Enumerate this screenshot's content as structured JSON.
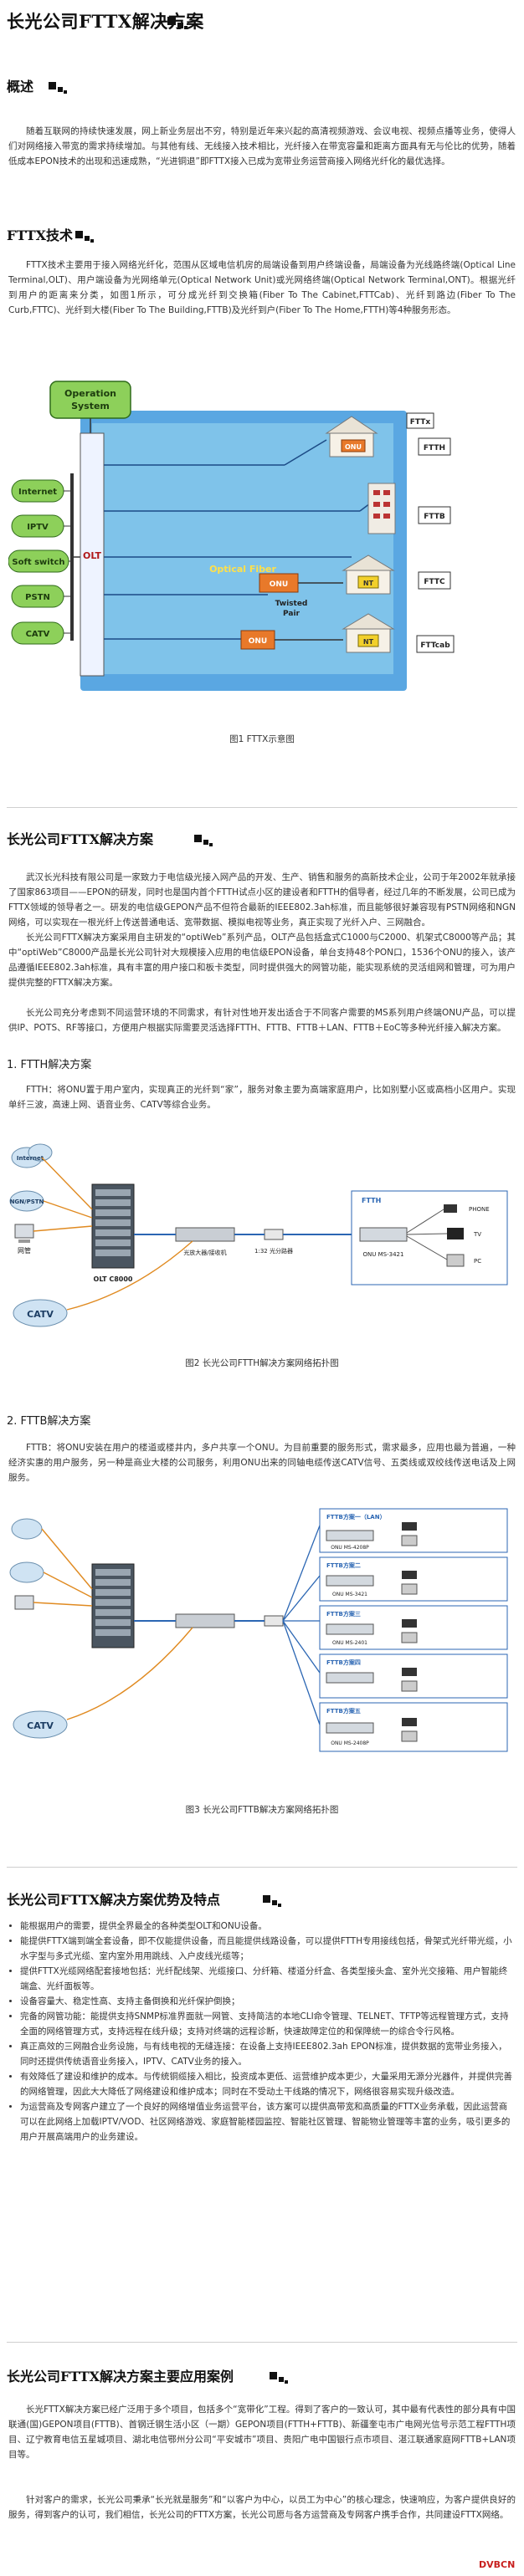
{
  "title": "长光公司FTTX解决方案",
  "overview": {
    "heading": "概述",
    "text": "随着互联网的持续快速发展，网上新业务层出不穷，特别是近年来兴起的高清视频游戏、会议电视、视频点播等业务，使得人们对网络接入带宽的需求持续增加。与其他有线、无线接入技术相比，光纤接入在带宽容量和距离方面具有无与伦比的优势，随着低成本EPON技术的出现和迅速成熟，“光进铜退”即FTTX接入已成为宽带业务运营商接入网络光纤化的最优选择。"
  },
  "fttx_tech": {
    "heading": "FTTX技术",
    "text": "FTTX技术主要用于接入网络光纤化，范围从区域电信机房的局端设备到用户终端设备，局端设备为光线路终端(Optical Line Terminal,OLT)、用户端设备为光网络单元(Optical Network Unit)或光网络终端(Optical Network Terminal,ONT)。根据光纤到用户的距离来分类，如图1所示，可分成光纤到交换箱(Fiber To The Cabinet,FTTCab)、光纤到路边(Fiber To The Curb,FTTC)、光纤到大楼(Fiber To The Building,FTTB)及光纤到户(Fiber To The Home,FTTH)等4种服务形态。",
    "figure_caption": "图1 FTTX示意图"
  },
  "fig1": {
    "operation_system": [
      "Operation",
      "System"
    ],
    "services": [
      "Internet",
      "IPTV",
      "Soft switch",
      "PSTN",
      "CATV"
    ],
    "olt": "OLT",
    "optical_fiber": "Optical Fiber",
    "onu": "ONU",
    "nt": "NT",
    "twisted_pair": [
      "Twisted",
      "Pair"
    ],
    "right_labels": [
      "FTTx",
      "FTTH",
      "FTTB",
      "FTTC",
      "FTTcab"
    ]
  },
  "solution": {
    "heading": "长光公司FTTX解决方案",
    "p1": "武汉长光科技有限公司是一家致力于电信级光接入网产品的开发、生产、销售和服务的高新技术企业，公司于年2002年就承接了国家863项目——EPON的研发，同时也是国内首个FTTH试点小区的建设者和FTTH的倡导者，经过几年的不断发展，公司已成为FTTX领域的领导者之一。研发的电信级GEPON产品不但符合最新的IEEE802.3ah标准，而且能够很好兼容现有PSTN网络和NGN网络，可以实现在一根光纤上传送普通电话、宽带数据、模拟电视等业务，真正实现了光纤入户、三网融合。",
    "p2": "长光公司FTTX解决方案采用自主研发的“optiWeb”系列产品，OLT产品包括盒式C1000与C2000、机架式C8000等产品；其中“optiWeb”C8000产品是长光公司针对大规模接入应用的电信级EPON设备，单台支持48个PON口，1536个ONU的接入，该产品遵循IEEE802.3ah标准，具有丰富的用户接口和板卡类型，同时提供强大的网管功能，能实现系统的灵活组网和管理，可为用户提供完整的FTTX解决方案。",
    "p3": "长光公司充分考虑到不同运营环境的不同需求，有针对性地开发出适合于不同客户需要的MS系列用户终端ONU产品，可以提供IP、POTS、RF等接口，方便用户根据实际需要灵活选择FTTH、FTTB、FTTB＋LAN、FTTB＋EoC等多种光纤接入解决方案。"
  },
  "ftth": {
    "heading": "1. FTTH解决方案",
    "text": "FTTH：将ONU置于用户室内，实现真正的光纤到“家”，服务对象主要为高端家庭用户，比如别墅小区或高档小区用户。实现单纤三波，高速上网、语音业务、CATV等综合业务。",
    "figure_caption": "图2 长光公司FTTH解决方案网络拓扑图",
    "labels": {
      "internet": "Internet",
      "ngn": "NGN/PSTN",
      "nms": "网管",
      "olt": "OLT C8000",
      "amp": "光放大器/接收机",
      "splitter": "1:32 光分路器",
      "onu": "ONU MS-3421",
      "phone": "PHONE",
      "tv": "TV",
      "pc": "PC",
      "ftth": "FTTH",
      "catv": "CATV"
    }
  },
  "fttb": {
    "heading": "2. FTTB解决方案",
    "text": "FTTB：将ONU安装在用户的楼道或楼井内，多户共享一个ONU。为目前重要的服务形式，需求最多，应用也最为普遍，一种经济实惠的用户服务，另一种是商业大楼的公司服务，利用ONU出来的同轴电缆传送CATV信号、五类线或双绞线传送电话及上网服务。",
    "figure_caption": "图3 长光公司FTTB解决方案网络拓扑图",
    "right_labels": [
      "FTTB方案一（LAN）",
      "ONU MS-4208P",
      "FTTB方案二",
      "ONU MS-3421",
      "FTTB方案三",
      "ONU MS-2401",
      "FTTB方案四",
      "FTTB方案五",
      "ONU MS-2408P"
    ],
    "catv": "CATV"
  },
  "advantages": {
    "heading": "长光公司FTTX解决方案优势及特点",
    "items": [
      "能根据用户的需要，提供全界最全的各种类型OLT和ONU设备。",
      "能提供FTTX端到端全套设备，即不仅能提供设备，而且能提供线路设备，可以提供FTTH专用接线包括，骨架式光纤带光缆，小水字型与多式光缆、室内室外用用跳线、入户皮线光缆等；",
      "提供FTTX光缆网络配套接地包括：光纤配线架、光缆接口、分纤箱、楼道分纤盒、各类型接头盒、室外光交接箱、用户智能终端盒、光纤面板等。",
      "设备容量大、稳定性高、支持主备倒换和光纤保护倒换；",
      "完备的网管功能：能提供支持SNMP标准界面就一网管、支持简洁的本地CLI命令管理、TELNET、TFTP等远程管理方式，支持全面的网络管理方式，支持远程在线升级；支持对终端的远程诊断，快速故障定位的和保障统一的综合令行风格。",
      "真正高效的三网融合业务设施，与有线电视的无缝连接：在设备上支持IEEE802.3ah EPON标准，提供数据的宽带业务接入，同时还提供传统语音业务接入，IPTV、CATV业务的接入。",
      "有效降低了建设和维护的成本。与传统铜缆接入相比，投资成本更低、运营维护成本更少，大量采用无源分光器件，并提供完善的网络管理，因此大大降低了网络建设和维护成本；同时在不受动土干线路的情况下，网络很容易实现升级改造。",
      "为运营商及专网客户建立了一个良好的网络增值业务运营平台，该方案可以提供高带宽和高质量的FTTX业务承载，因此运营商可以在此网络上加载IPTV/VOD、社区网络游戏、家庭智能楼园监控、智能社区管理、智能物业管理等丰富的业务，吸引更多的用户开展高端用户的业务建设。"
    ]
  },
  "cases": {
    "heading": "长光公司FTTX解决方案主要应用案例",
    "p1": "长光FTTX解决方案已经广泛用于多个项目，包括多个“宽带化”工程。得到了客户的一致认可，其中最有代表性的部分具有中国联通(国)GEPON项目(FTTB)、首钢迁钢生活小区（一期）GEPON项目(FTTH+FTTB)、新疆奎屯市广电网光信号示范工程FTTH项目、辽宁教育电信五星城项目、湖北电信鄂州分公司“平安城市”项目、贵阳广电中国银行点市项目、湛江联通家庭网FTTB+LAN项目等。",
    "p2": "针对客户的需求，长光公司秉承“长光就是服务”和“以客户为中心，以员工为中心”的核心理念，快速响应，为客户提供良好的服务，得到客户的认可，我们相信，长光公司的FTTX方案，长光公司愿与各方运营商及专网客户携手合作，共同建设FTTX网络。",
    "watermark": "DVBCN"
  },
  "colors": {
    "service_green": "#8dd05a",
    "fiber_blue": "#3b83c9",
    "light_blue": "#7fc3ea",
    "onu_orange": "#e8792a",
    "nt_yellow": "#f2d02b"
  }
}
